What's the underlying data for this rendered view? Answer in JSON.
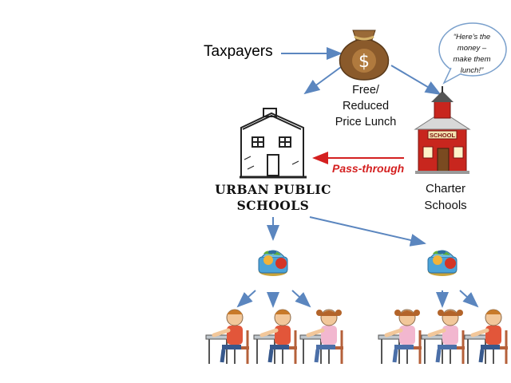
{
  "diagram": {
    "taxpayers_label": "Taxpayers",
    "lunch_label_line1": "Free/",
    "lunch_label_line2": "Reduced",
    "lunch_label_line3": "Price Lunch",
    "speech_line1": "“Here’s the",
    "speech_line2": "money –",
    "speech_line3": "make them",
    "speech_line4": "lunch!”",
    "school_sign": "SCHOOL",
    "charter_line1": "Charter",
    "charter_line2": "Schools",
    "pass_through_label": "Pass-through",
    "urban_line1": "URBAN PUBLIC",
    "urban_line2": "SCHOOLS",
    "colors": {
      "arrow_blue": "#5b86bf",
      "pass_red": "#d42020",
      "bag_brown": "#8a5a2b",
      "school_red": "#c8261e"
    }
  }
}
